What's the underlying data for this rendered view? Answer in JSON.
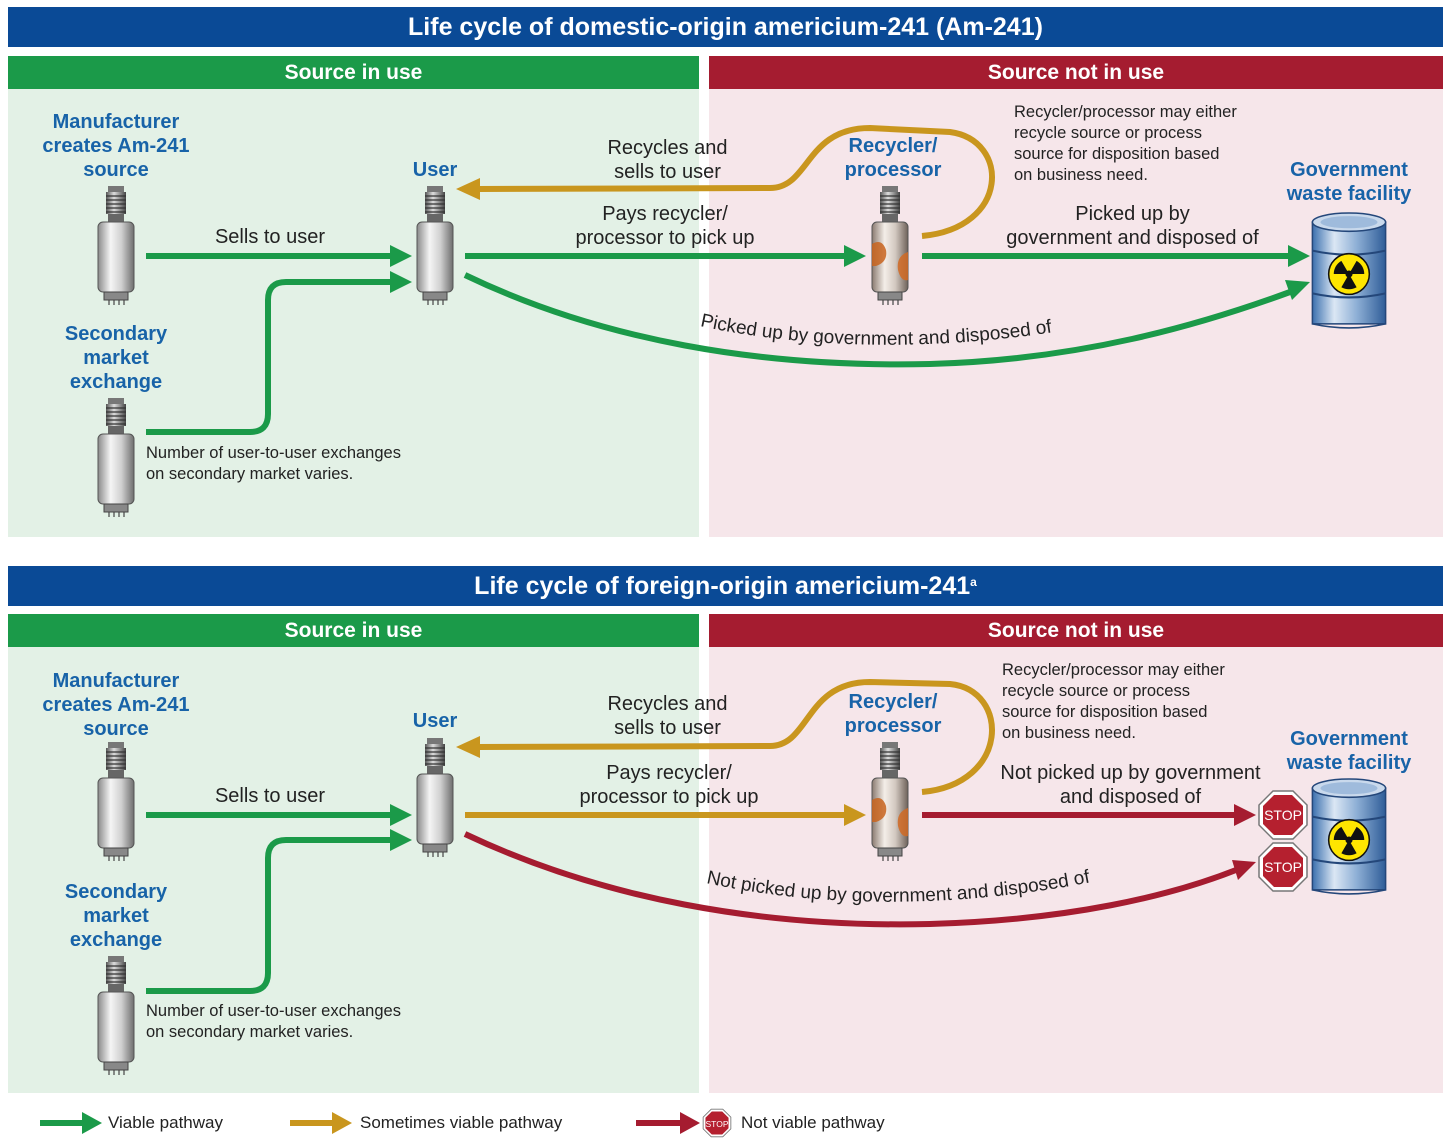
{
  "top": {
    "title": "Life cycle of domestic-origin americium-241 (Am-241)",
    "source_in_use": "Source in use",
    "source_not_in_use": "Source not in use",
    "manufacturer": [
      "Manufacturer",
      "creates Am-241",
      "source"
    ],
    "secondary": [
      "Secondary",
      "market",
      "exchange"
    ],
    "user": "User",
    "recycler": [
      "Recycler/",
      "processor"
    ],
    "gov": [
      "Government",
      "waste facility"
    ],
    "sells_to_user": "Sells to user",
    "recycles_sells": [
      "Recycles and",
      "sells to user"
    ],
    "pays_recycler": [
      "Pays recycler/",
      "processor to pick up"
    ],
    "picked_up_gov": [
      "Picked up by",
      "government and disposed of"
    ],
    "curve_label": "Picked up by government and disposed of",
    "recycler_note": [
      "Recycler/processor may either",
      "recycle source or process",
      "source for disposition based",
      "on business need."
    ],
    "exchange_note": [
      "Number of user-to-user exchanges",
      "on secondary market varies."
    ]
  },
  "bottom": {
    "title": "Life cycle of foreign-origin americium-241",
    "title_sup": "a",
    "source_in_use": "Source in use",
    "source_not_in_use": "Source not in use",
    "manufacturer": [
      "Manufacturer",
      "creates Am-241",
      "source"
    ],
    "secondary": [
      "Secondary",
      "market",
      "exchange"
    ],
    "user": "User",
    "recycler": [
      "Recycler/",
      "processor"
    ],
    "gov": [
      "Government",
      "waste facility"
    ],
    "sells_to_user": "Sells to user",
    "recycles_sells": [
      "Recycles and",
      "sells to user"
    ],
    "pays_recycler": [
      "Pays recycler/",
      "processor to pick up"
    ],
    "not_picked_up_gov": [
      "Not picked up by government",
      "and disposed of"
    ],
    "curve_label": "Not picked up by government and disposed of",
    "recycler_note": [
      "Recycler/processor may either",
      "recycle source or process",
      "source for disposition based",
      "on business need."
    ],
    "exchange_note": [
      "Number of user-to-user exchanges",
      "on secondary market varies."
    ],
    "stop_label": "STOP"
  },
  "legend": {
    "viable": "Viable pathway",
    "sometimes": "Sometimes viable pathway",
    "not_viable": "Not viable pathway",
    "stop_label": "STOP"
  },
  "colors": {
    "blue_band": "#0a4a96",
    "green": "#1b9a49",
    "gold": "#c9961e",
    "red": "#a51c30",
    "label_blue": "#1863a8"
  }
}
